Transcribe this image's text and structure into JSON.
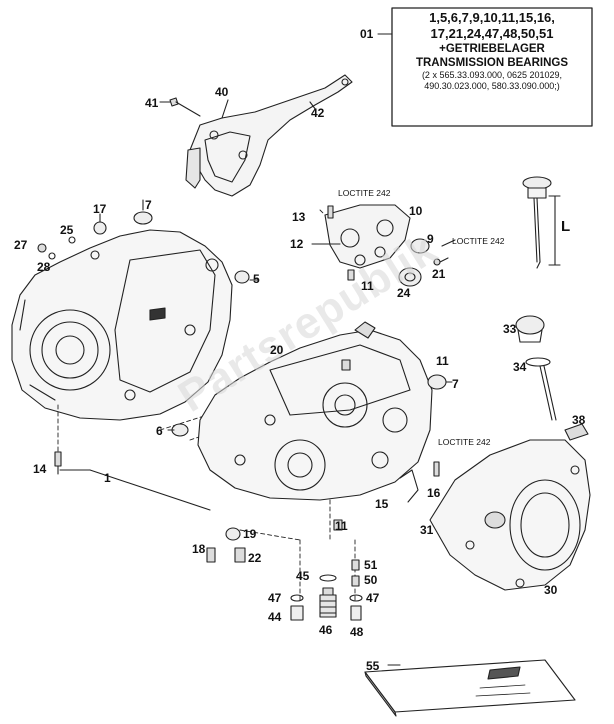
{
  "legend": {
    "ref": "01",
    "line1": "1,5,6,7,9,10,11,15,16,",
    "line2": "17,21,24,47,48,50,51",
    "line3": "+GETRIEBELAGER",
    "line4": "TRANSMISSION BEARINGS",
    "line5": "(2 x 565.33.093.000, 0625 201029,",
    "line6": "490.30.023.000, 580.33.090.000;)"
  },
  "watermark": "Partsrepublik",
  "loctite": [
    "LOCTITE 242",
    "LOCTITE 242",
    "LOCTITE 242"
  ],
  "dimension_label": "L",
  "callouts": {
    "c40": "40",
    "c41": "41",
    "c42": "42",
    "c7a": "7",
    "c17": "17",
    "c25": "25",
    "c27": "27",
    "c28": "28",
    "c5": "5",
    "c13": "13",
    "c12": "12",
    "c10": "10",
    "c9": "9",
    "c21": "21",
    "c11a": "11",
    "c24": "24",
    "c33": "33",
    "c34": "34",
    "c38": "38",
    "c20": "20",
    "c11b": "11",
    "c7b": "7",
    "c6": "6",
    "c14": "14",
    "c1": "1",
    "c16": "16",
    "c15": "15",
    "c11c": "11",
    "c31": "31",
    "c30": "30",
    "c19": "19",
    "c18": "18",
    "c22": "22",
    "c45": "45",
    "c51": "51",
    "c50": "50",
    "c47a": "47",
    "c47b": "47",
    "c44": "44",
    "c46": "46",
    "c48": "48",
    "c55": "55"
  }
}
